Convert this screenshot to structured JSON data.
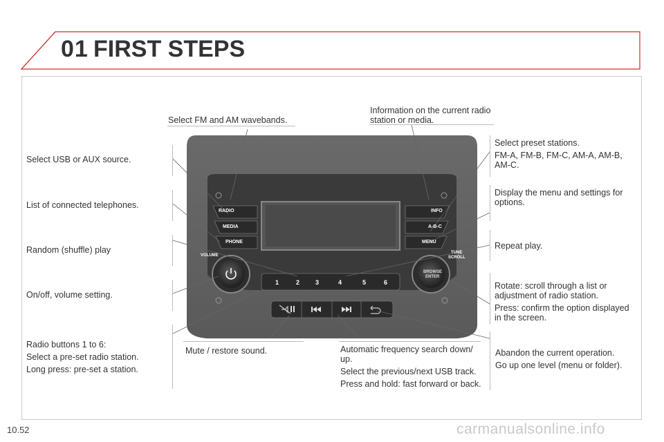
{
  "header": {
    "chapter_number": "01",
    "title": "FIRST STEPS"
  },
  "page_number": "10.52",
  "watermark": "carmanualsonline.info",
  "left": {
    "usb": "Select USB or AUX source.",
    "phones": "List of connected telephones.",
    "shuffle": "Random (shuffle) play",
    "onoff": "On/off, volume setting.",
    "presets": [
      "Radio buttons 1 to 6:",
      "Select a pre-set radio station.",
      "Long press: pre-set a station."
    ]
  },
  "top": {
    "bands": "Select FM and AM wavebands.",
    "info": "Information on the current radio station or media."
  },
  "right": {
    "preset_stations": [
      "Select preset stations.",
      "FM-A, FM-B, FM-C, AM-A, AM-B, AM-C."
    ],
    "menu": "Display the menu and settings for options.",
    "repeat": "Repeat play.",
    "rotate": [
      "Rotate: scroll through a list or adjustment of radio station.",
      "Press: confirm the option displayed in the screen."
    ],
    "abandon": [
      "Abandon the current operation.",
      "Go up one level (menu or folder)."
    ]
  },
  "bottom": {
    "mute": "Mute / restore sound.",
    "search": [
      "Automatic frequency search down/ up.",
      "Select the previous/next USB track.",
      "Press and hold: fast forward or back."
    ]
  },
  "radio": {
    "buttons": {
      "radio": "RADIO",
      "media": "MEDIA",
      "phone": "PHONE",
      "info": "INFO",
      "abc": "A-B-C",
      "menu": "MENU"
    },
    "volume": "VOLUME",
    "tune": [
      "TUNE",
      "SCROLL"
    ],
    "browse": [
      "BROWSE",
      "ENTER"
    ],
    "presets": [
      "1",
      "2",
      "3",
      "4",
      "5",
      "6"
    ]
  }
}
